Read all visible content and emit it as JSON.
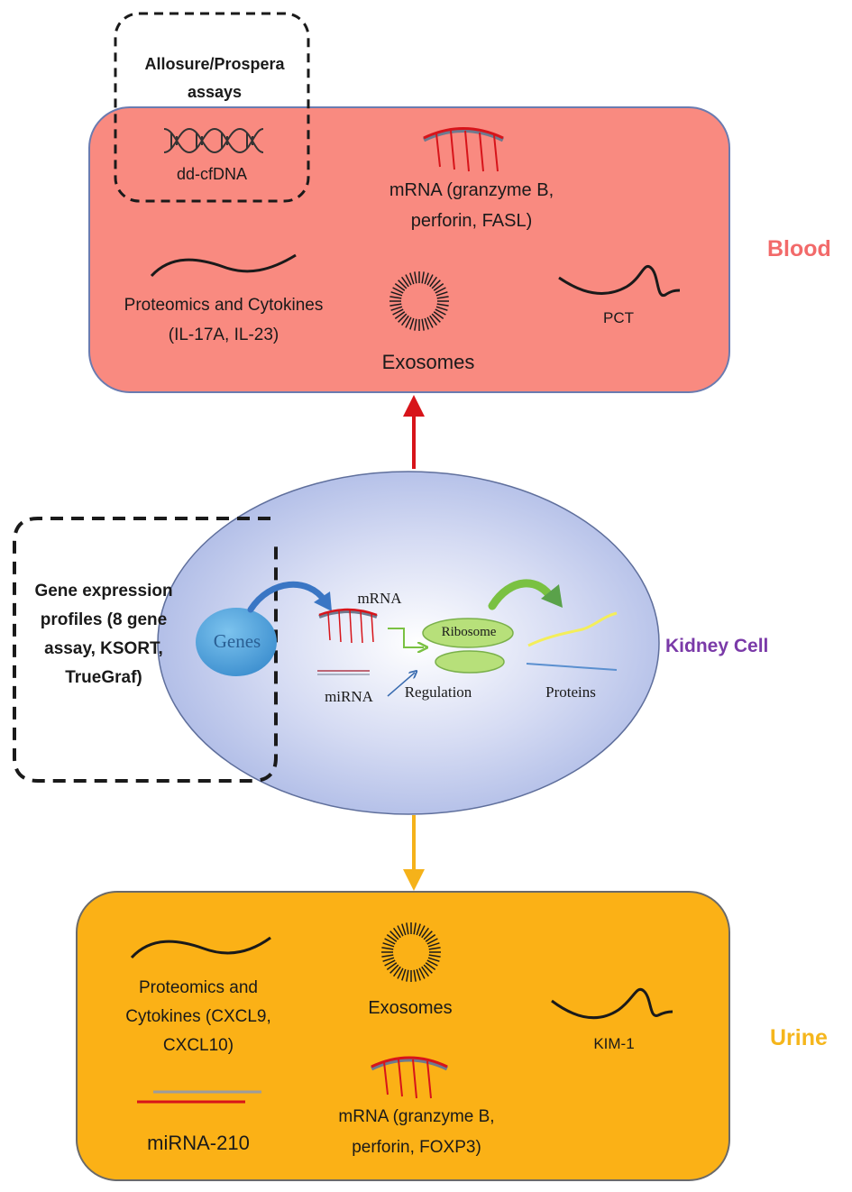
{
  "blood": {
    "label": "Blood",
    "dd_cfdna": "dd-cfDNA",
    "allosure": "Allosure/Prospera assays",
    "mrna": "mRNA (granzyme B, perforin, FASL)",
    "proteomics": "Proteomics and Cytokines (IL-17A, IL-23)",
    "exosomes": "Exosomes",
    "pct": "PCT"
  },
  "cell": {
    "label": "Kidney Cell",
    "genes": "Genes",
    "mrna": "mRNA",
    "ribosome": "Ribosome",
    "mirna": "miRNA",
    "regulation": "Regulation",
    "proteins": "Proteins",
    "gene_profiles": "Gene expression profiles (8 gene assay, KSORT, TrueGraf)"
  },
  "urine": {
    "label": "Urine",
    "proteomics": "Proteomics and Cytokines (CXCL9, CXCL10)",
    "exosomes": "Exosomes",
    "kim1": "KIM-1",
    "mirna210": "miRNA-210",
    "mrna": "mRNA (granzyme B, perforin, FOXP3)"
  },
  "colors": {
    "blood_box": "#f98a80",
    "blood_label": "#f26a6a",
    "urine_box": "#fbb116",
    "urine_label": "#f5b61c",
    "cell_label": "#7a3aa8",
    "arrow_up": "#d7141a",
    "arrow_down": "#f5b21a"
  }
}
